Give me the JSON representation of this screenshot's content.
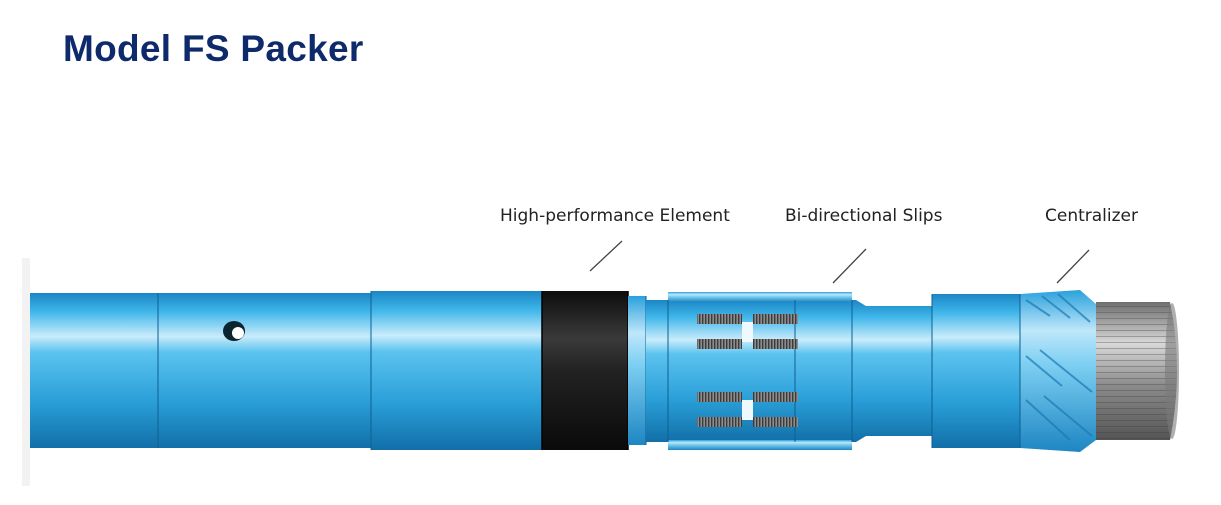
{
  "title": "Model FS Packer",
  "callouts": {
    "element": "High-performance Element",
    "slips": "Bi-directional Slips",
    "centralizer": "Centralizer"
  },
  "colors": {
    "title": "#0e2a6b",
    "body": "#2aa7df",
    "element": "#1a1a1a",
    "thread": "#9a9a9a"
  }
}
